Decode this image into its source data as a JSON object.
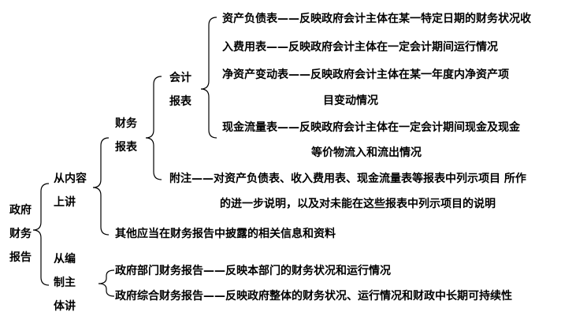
{
  "root": {
    "line1": "政府",
    "line2": "财务",
    "line3": "报告"
  },
  "content_branch": {
    "label_line1": "从内容",
    "label_line2": "上讲",
    "financial_statements": {
      "label_line1": "财务",
      "label_line2": "报表",
      "accounting_statements": {
        "label_line1": "会计",
        "label_line2": "报表",
        "items": [
          {
            "line1": "资产负债表——反映政府会计主体在某一特定日期的财务状况收"
          },
          {
            "line1": "入费用表——反映政府会计主体在一定会计期间运行情况"
          },
          {
            "line1": "净资产变动表——反映政府会计主体在某一年度内净资产项",
            "line2": "目变动情况"
          },
          {
            "line1": "现金流量表——反映政府会计主体在一定会计期间现金及现金",
            "line2": "等价物流入和流出情况"
          }
        ]
      },
      "notes": {
        "line1": "附注——对资产负债表、收入费用表、现金流量表等报表中列示项目 所作",
        "line2": "的进一步说明，以及对未能在这些报表中列示项目的说明"
      }
    },
    "other_info": "其他应当在财务报告中披露的相关信息和资料"
  },
  "preparer_branch": {
    "label_line1": "从编",
    "label_line2": "制主",
    "label_line3": "体讲",
    "items": [
      "政府部门财务报告——反映本部门的财务状况和运行情况",
      "政府综合财务报告——反映政府整体的财务状况、运行情况和财政中长期可持续性"
    ]
  }
}
